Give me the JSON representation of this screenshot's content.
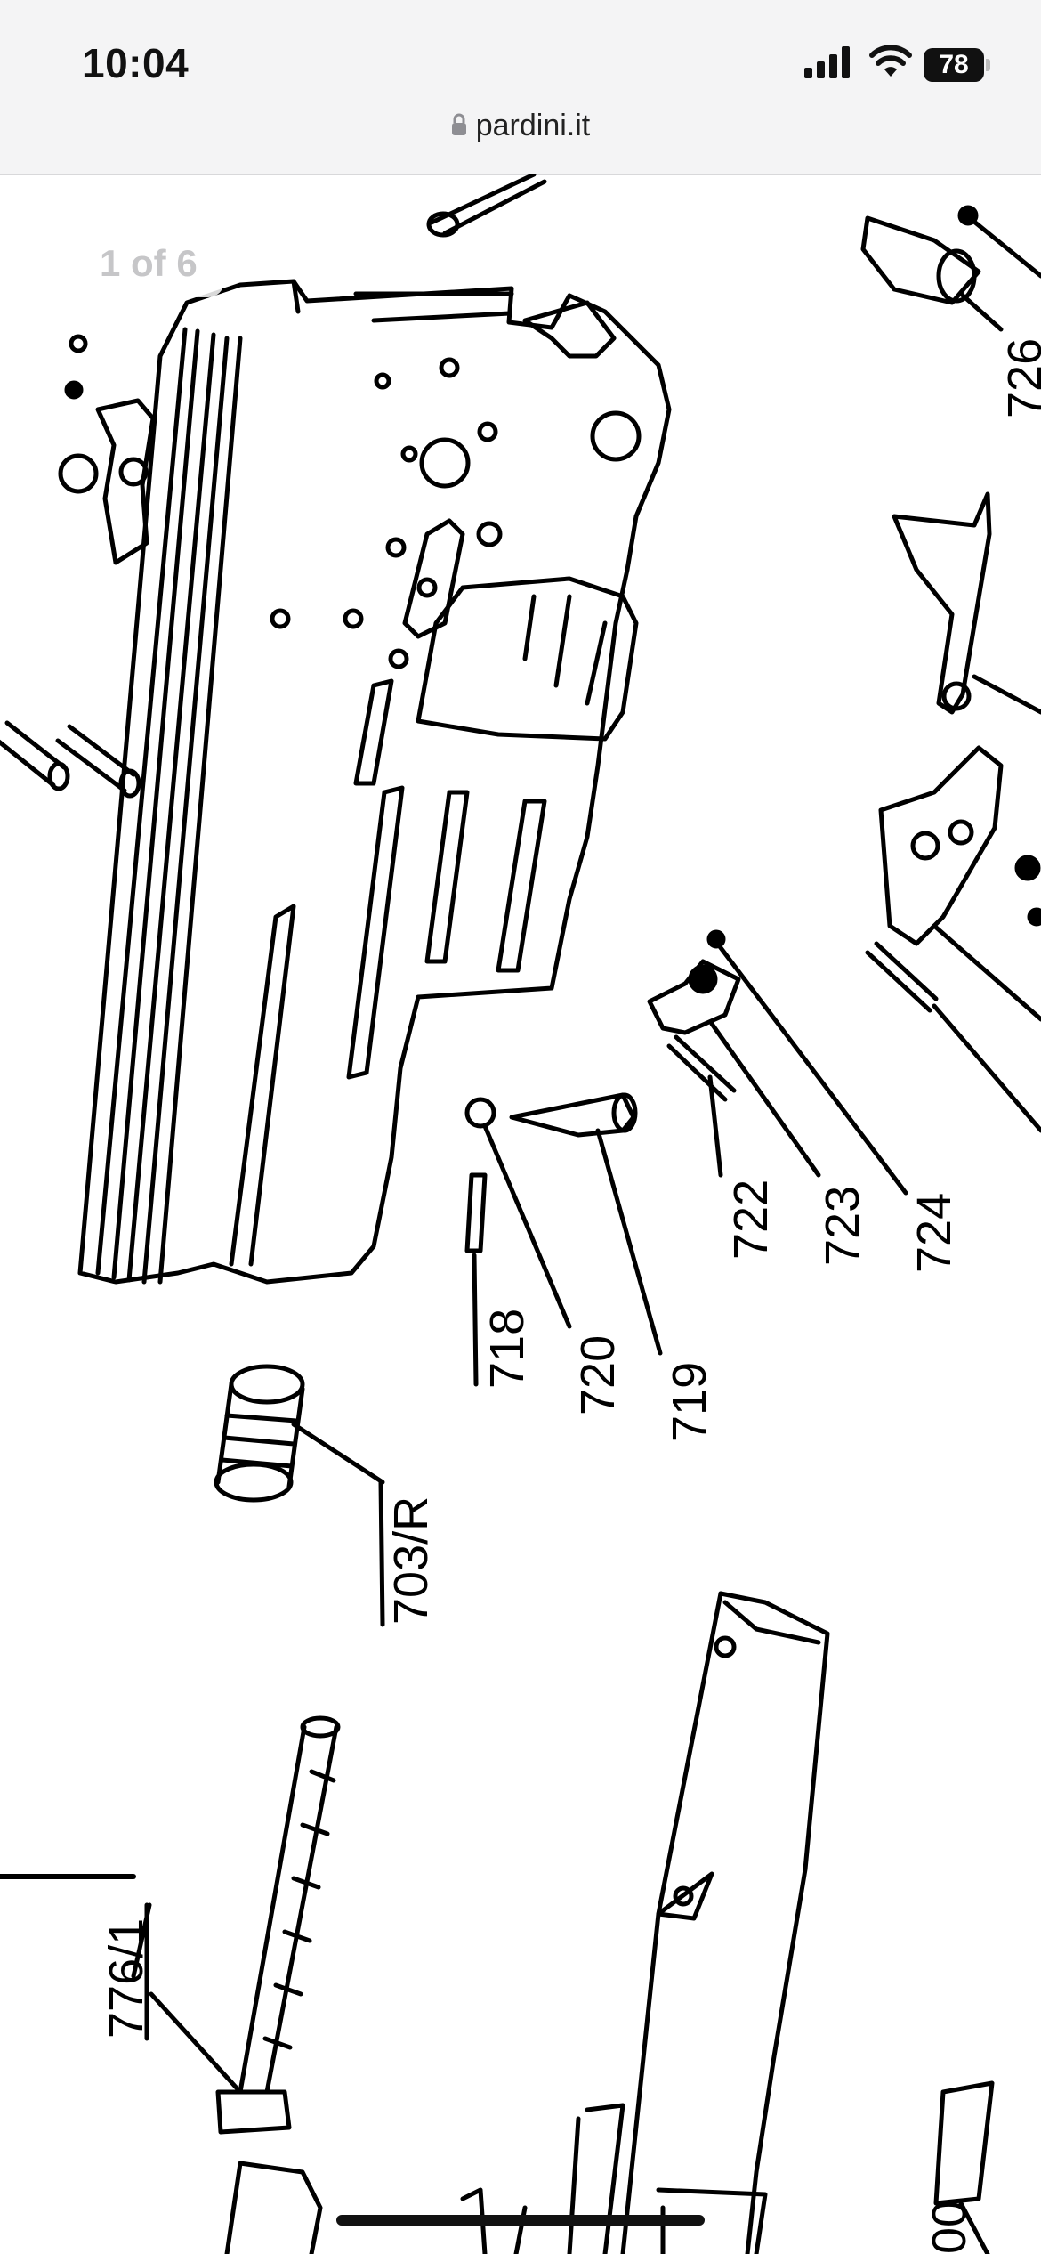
{
  "status_bar": {
    "time": "10:04",
    "battery": "78",
    "signal_icon": "cellular-signal-icon",
    "wifi_icon": "wifi-icon"
  },
  "browser": {
    "url": "pardini.it",
    "lock_icon": "lock-icon"
  },
  "viewer": {
    "page_counter": "1 of 6"
  },
  "diagram": {
    "part_labels": [
      "726",
      "722",
      "723",
      "724",
      "718",
      "720",
      "719",
      "703/R",
      "776/1",
      "00"
    ]
  }
}
